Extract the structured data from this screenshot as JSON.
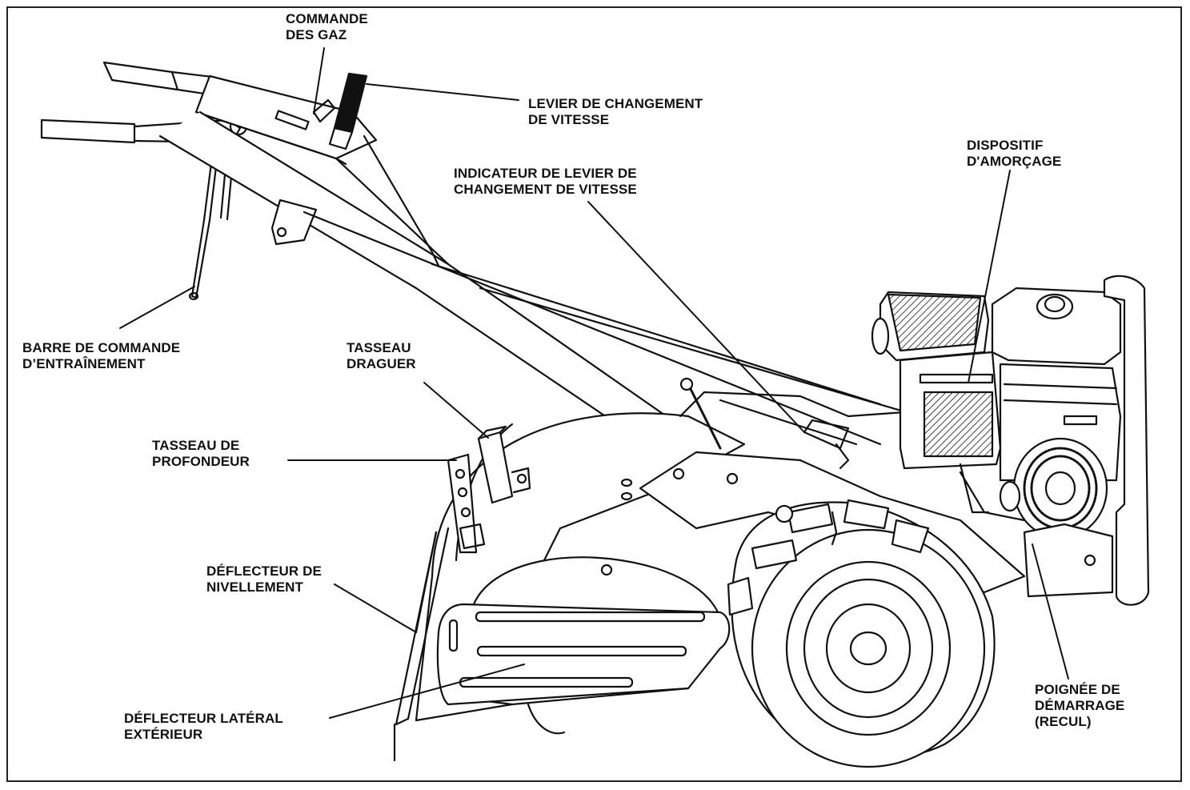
{
  "labels": {
    "throttle": [
      "COMMANDE",
      "DES GAZ"
    ],
    "shift_lever": [
      "LEVIER DE CHANGEMENT",
      "DE VITESSE"
    ],
    "shift_indicator": [
      "INDICATEUR DE LEVIER DE",
      "CHANGEMENT DE VITESSE"
    ],
    "primer": [
      "DISPOSITIF",
      "D'AMORÇAGE"
    ],
    "drive_bar": [
      "BARRE DE COMMANDE",
      "D’ENTRAÎNEMENT"
    ],
    "drag_stake": [
      "TASSEAU",
      "DRAGUER"
    ],
    "depth_stake": [
      "TASSEAU DE",
      "PROFONDEUR"
    ],
    "leveling_deflector": [
      "DÉFLECTEUR DE",
      "NIVELLEMENT"
    ],
    "side_deflector": [
      "DÉFLECTEUR LATÉRAL",
      "EXTÉRIEUR"
    ],
    "starter_handle": [
      "POIGNÉE DE",
      "DÉMARRAGE",
      "(RECUL)"
    ]
  },
  "colors": {
    "ink": "#111111",
    "frame": "#222222",
    "background": "#ffffff"
  }
}
